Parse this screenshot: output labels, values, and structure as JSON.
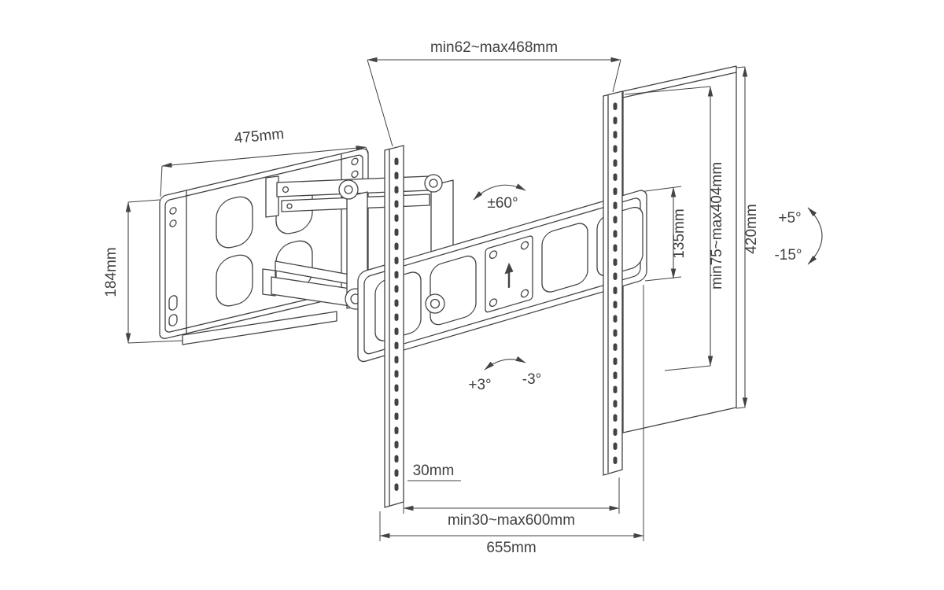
{
  "labels": {
    "top_span": "min62~max468mm",
    "plate_width": "475mm",
    "plate_height": "184mm",
    "swivel": "±60°",
    "bracket_height": "135mm",
    "height_range": "min75~max404mm",
    "rail_length": "420mm",
    "tilt_up": "+5°",
    "tilt_down": "-15°",
    "roll_cw": "+3°",
    "roll_ccw": "-3°",
    "offset": "30mm",
    "span_range": "min30~max600mm",
    "total_width": "655mm"
  },
  "colors": {
    "line": "#434343",
    "text": "#404040",
    "background": "#ffffff"
  }
}
